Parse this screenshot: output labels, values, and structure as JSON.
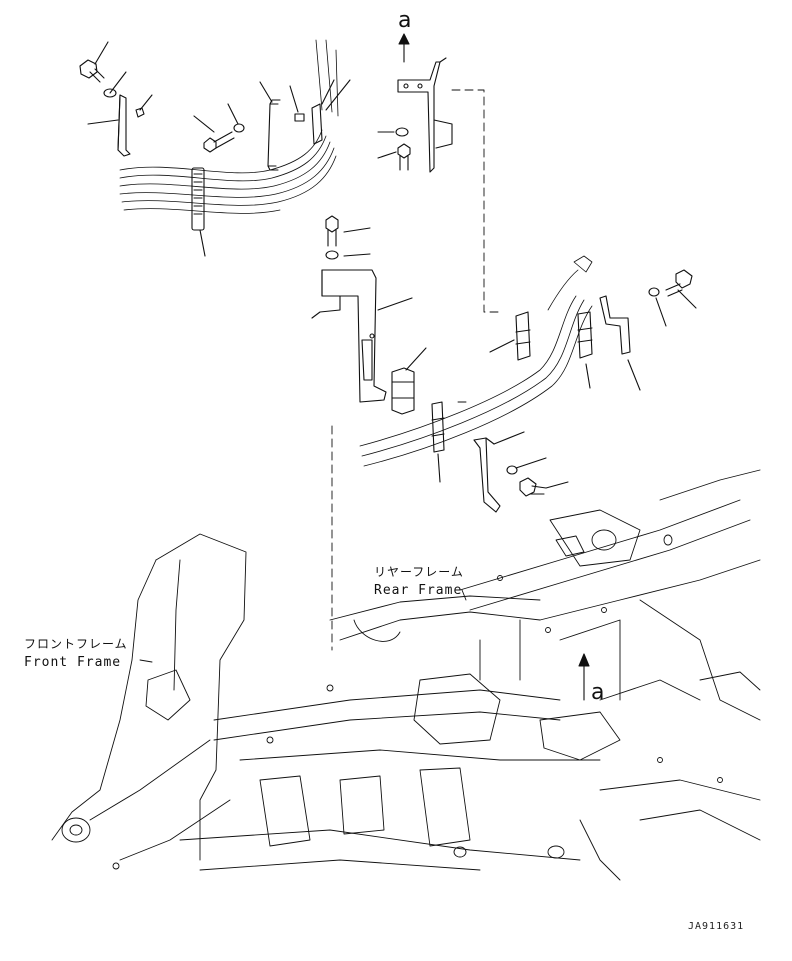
{
  "labels": {
    "rear_frame_jp": "リヤーフレーム",
    "rear_frame_en": "Rear Frame",
    "front_frame_jp": "フロントフレーム",
    "front_frame_en": "Front Frame",
    "view_marker_top": "a",
    "view_marker_bottom": "a",
    "drawing_code": "JA911631"
  },
  "colors": {
    "line": "#111111",
    "background": "#ffffff"
  }
}
